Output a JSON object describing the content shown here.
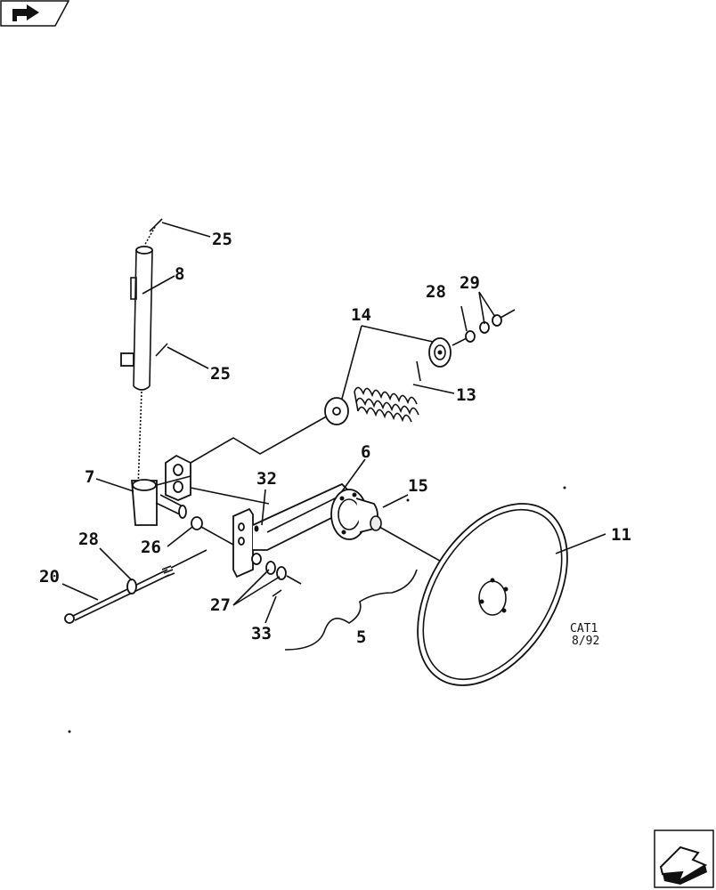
{
  "nav": {
    "back_icon": "return-arrow-icon",
    "next_icon": "next-page-arrow-icon"
  },
  "callouts": [
    {
      "id": "c25a",
      "text": "25"
    },
    {
      "id": "c8",
      "text": "8"
    },
    {
      "id": "c25b",
      "text": "25"
    },
    {
      "id": "c28a",
      "text": "28"
    },
    {
      "id": "c29",
      "text": "29"
    },
    {
      "id": "c14",
      "text": "14"
    },
    {
      "id": "c13",
      "text": "13"
    },
    {
      "id": "c6",
      "text": "6"
    },
    {
      "id": "c7",
      "text": "7"
    },
    {
      "id": "c32",
      "text": "32"
    },
    {
      "id": "c15",
      "text": "15"
    },
    {
      "id": "c11",
      "text": "11"
    },
    {
      "id": "c28b",
      "text": "28"
    },
    {
      "id": "c26",
      "text": "26"
    },
    {
      "id": "c20",
      "text": "20"
    },
    {
      "id": "c27",
      "text": "27"
    },
    {
      "id": "c33",
      "text": "33"
    },
    {
      "id": "c5",
      "text": "5"
    }
  ],
  "stamp": {
    "line1": "CAT1",
    "line2": "8/92"
  }
}
